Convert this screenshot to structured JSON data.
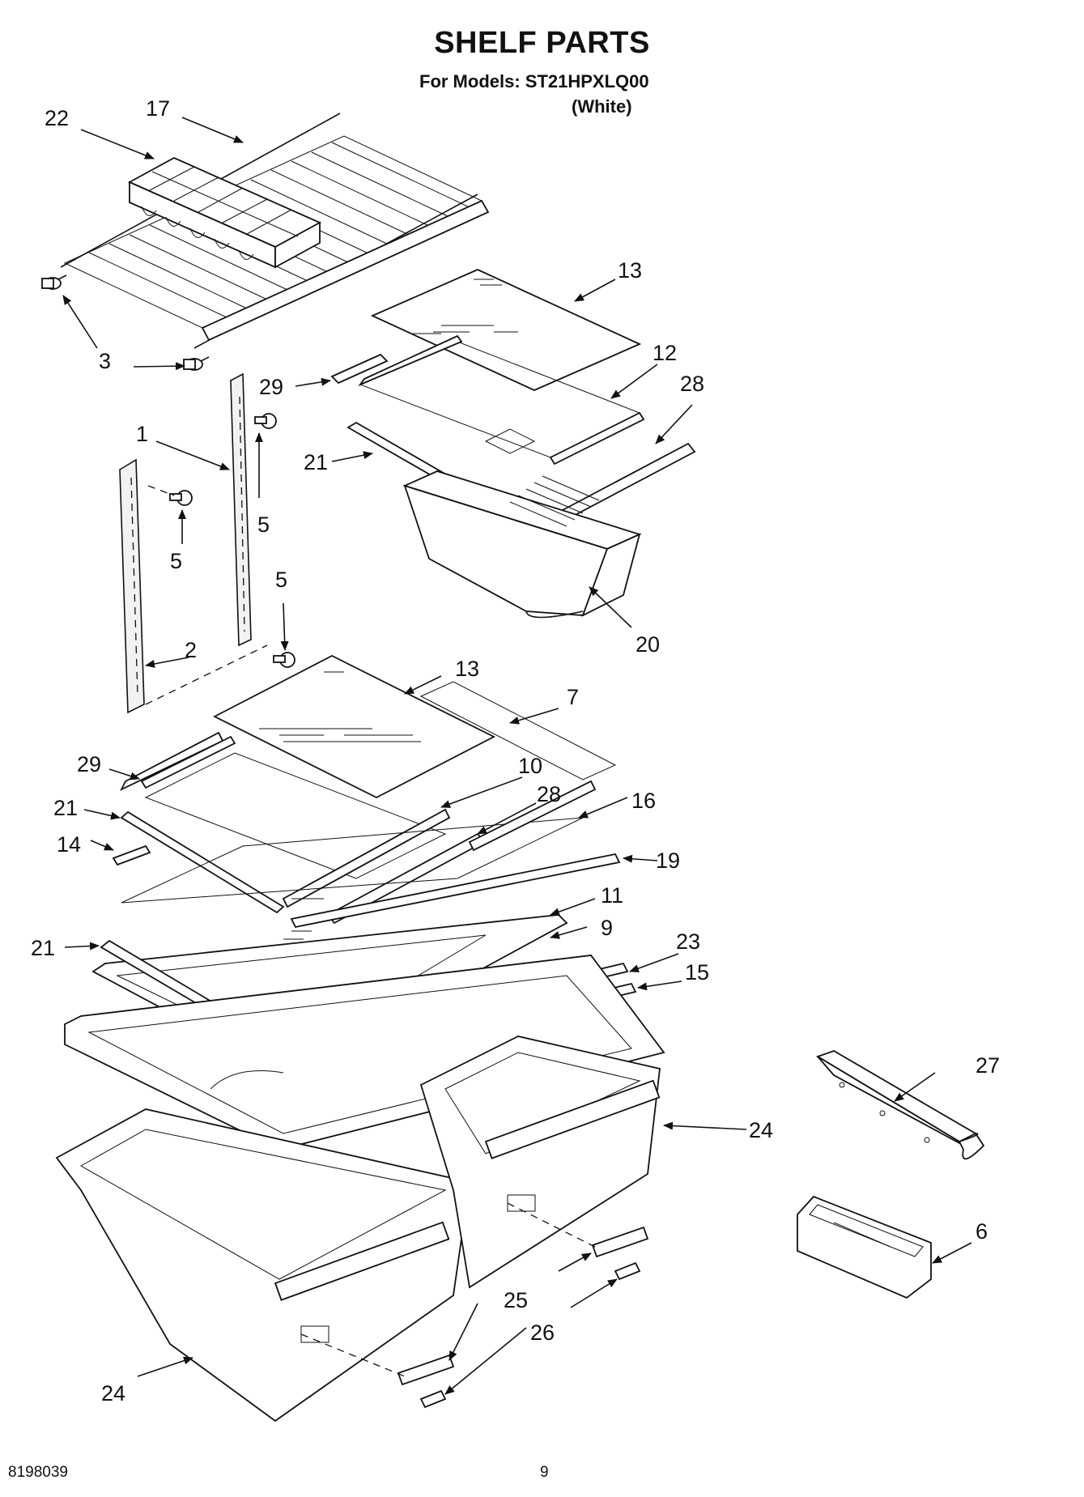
{
  "header": {
    "title": "SHELF PARTS",
    "models_line": "For Models: ST21HPXLQ00",
    "color_line": "(White)"
  },
  "footer": {
    "doc_number": "8198039",
    "page_number": "9"
  },
  "callouts": {
    "c22": "22",
    "c17": "17",
    "c13a": "13",
    "c3": "3",
    "c12": "12",
    "c29a": "29",
    "c28a": "28",
    "c1": "1",
    "c21a": "21",
    "c5a": "5",
    "c5b": "5",
    "c5c": "5",
    "c20": "20",
    "c2": "2",
    "c13b": "13",
    "c7": "7",
    "c29b": "29",
    "c10": "10",
    "c28b": "28",
    "c21b": "21",
    "c16": "16",
    "c14": "14",
    "c19": "19",
    "c11": "11",
    "c9": "9",
    "c21c": "21",
    "c23": "23",
    "c15": "15",
    "c27": "27",
    "c24a": "24",
    "c6": "6",
    "c25": "25",
    "c26": "26",
    "c24b": "24"
  }
}
